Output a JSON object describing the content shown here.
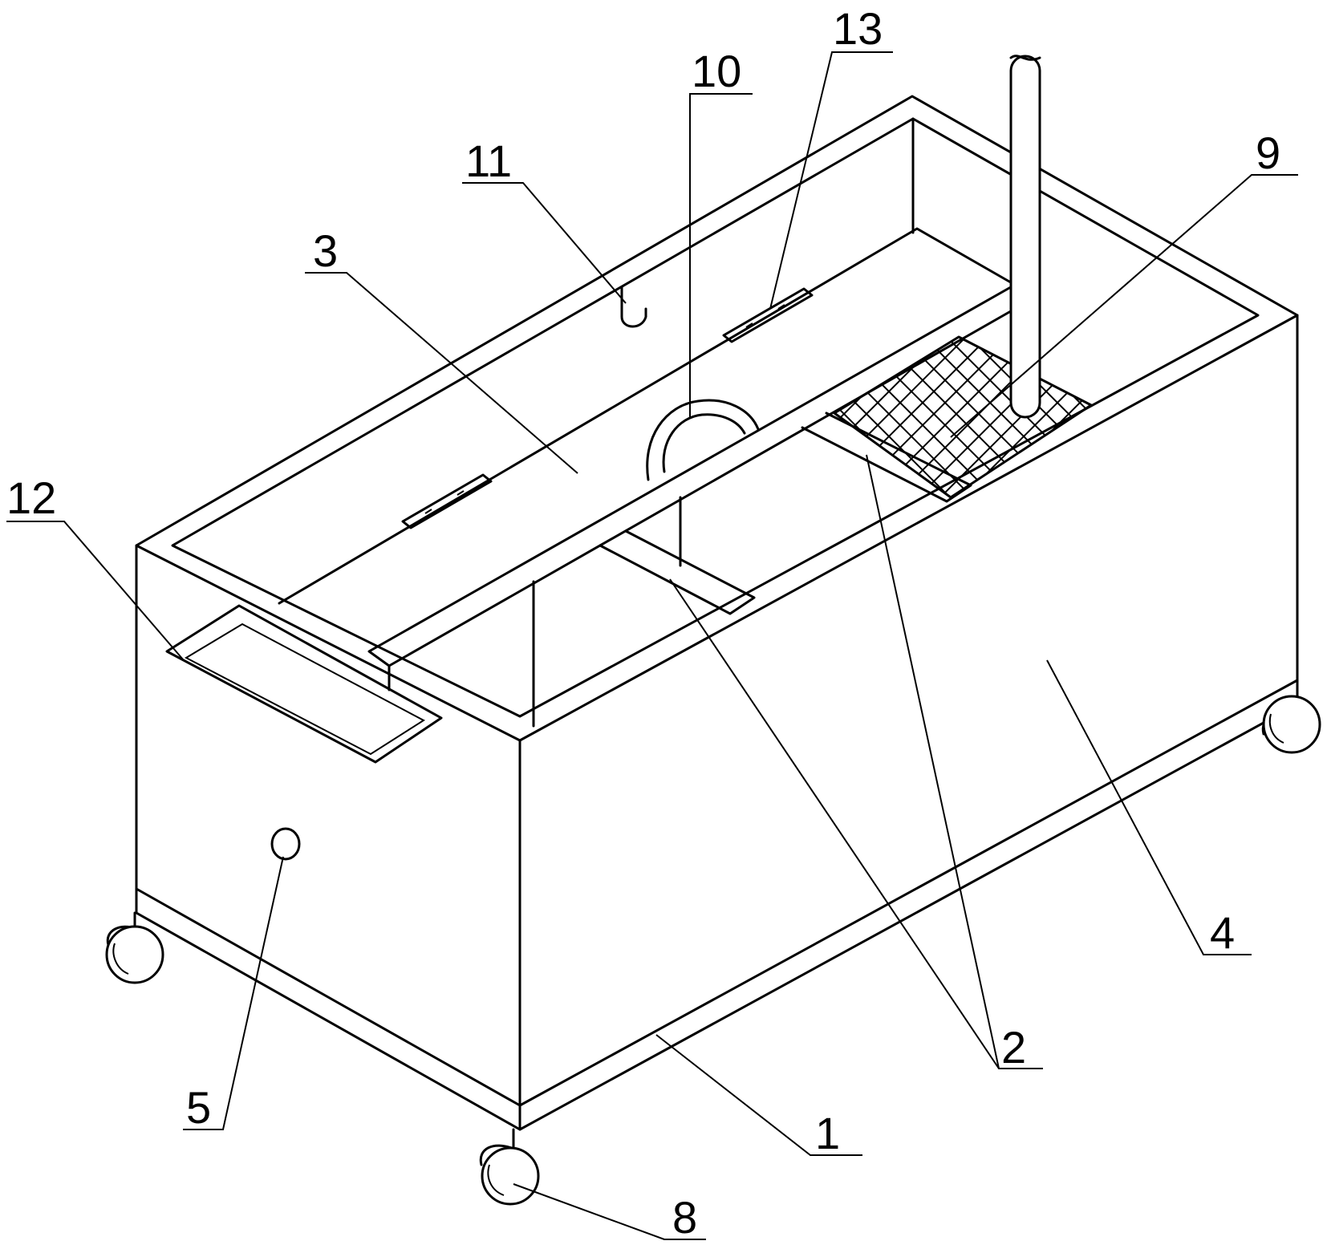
{
  "callouts": [
    {
      "key": "c1",
      "text": "1"
    },
    {
      "key": "c2",
      "text": "2"
    },
    {
      "key": "c3",
      "text": "3"
    },
    {
      "key": "c4",
      "text": "4"
    },
    {
      "key": "c5",
      "text": "5"
    },
    {
      "key": "c8",
      "text": "8"
    },
    {
      "key": "c9",
      "text": "9"
    },
    {
      "key": "c10",
      "text": "10"
    },
    {
      "key": "c11",
      "text": "11"
    },
    {
      "key": "c12",
      "text": "12"
    },
    {
      "key": "c13",
      "text": "13"
    }
  ]
}
